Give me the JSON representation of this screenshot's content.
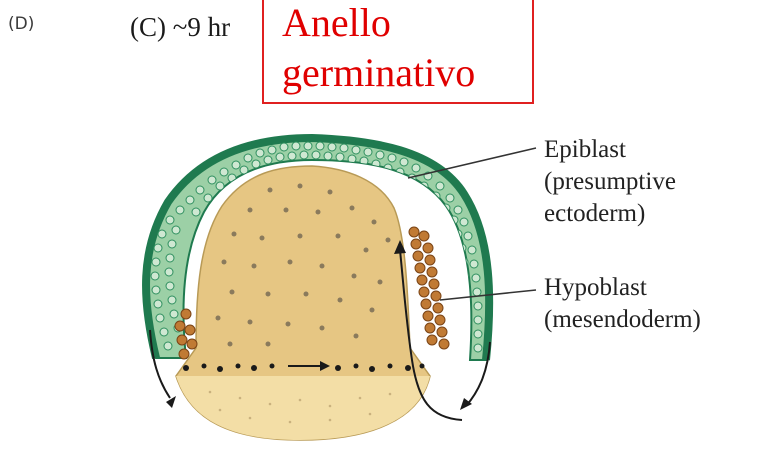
{
  "panel_letter": "(D)",
  "stage_label": "(C) ~9 hr",
  "highlight": {
    "line1": "Anello",
    "line2": "germinativo",
    "color": "#e00000"
  },
  "labels": {
    "epiblast": {
      "line1": "Epiblast",
      "line2": "(presumptive",
      "line3": "ectoderm)"
    },
    "hypoblast": {
      "line1": "Hypoblast",
      "line2": "(mesendoderm)"
    }
  },
  "colors": {
    "epiblast_dark": "#1f7a4f",
    "epiblast_light": "#9cd0a6",
    "hypoblast": "#b8702a",
    "yolk": "#e6c683",
    "yolk_dots": "#8a7a5c",
    "deep_cells": "#1a1a1a"
  }
}
